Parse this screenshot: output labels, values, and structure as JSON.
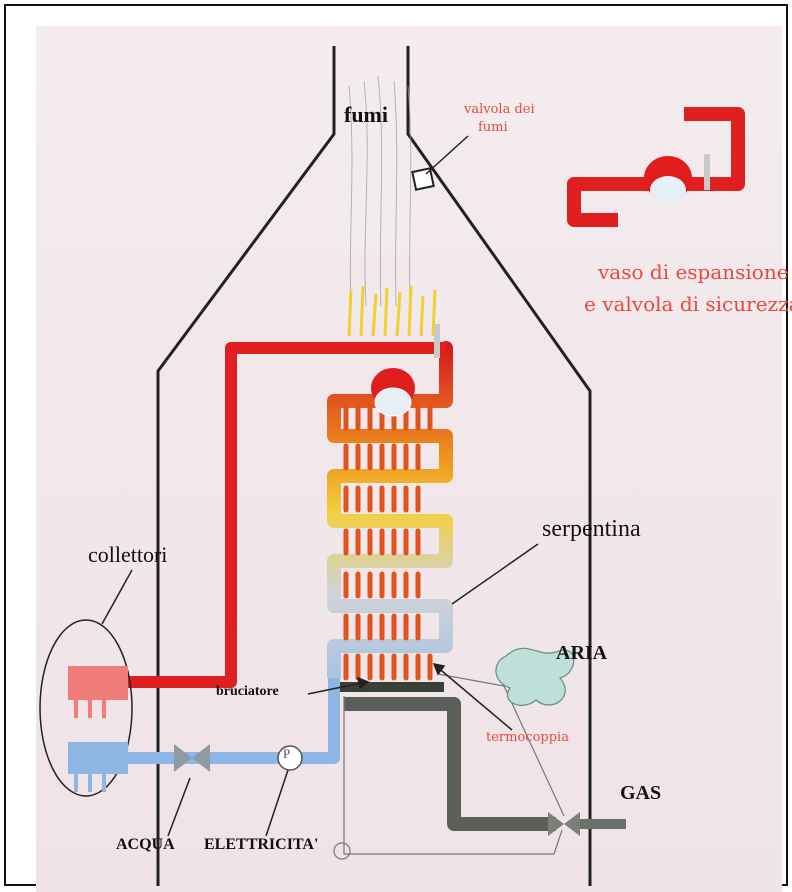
{
  "labels": {
    "fumi": "fumi",
    "valvola_fumi_line1": "valvola dei",
    "valvola_fumi_line2": "fumi",
    "vaso_line1": "vaso di espansione",
    "vaso_line2": "e valvola di sicurezza",
    "serpentina": "serpentina",
    "collettori": "collettori",
    "aria": "ARIA",
    "bruciatore": "bruciatore",
    "termocoppia": "termocoppia",
    "gas": "GAS",
    "acqua": "ACQUA",
    "elettricita": "ELETTRICITA'",
    "pump_letter": "P"
  },
  "colors": {
    "hot_pipe": "#e02020",
    "warm_coil": "#f0c020",
    "cool_coil": "#c8cdd6",
    "cold_water": "#8fb7e6",
    "gas_pipe": "#5a5f5a",
    "air": "#bfe0d8",
    "label_red": "#e84a3a"
  }
}
